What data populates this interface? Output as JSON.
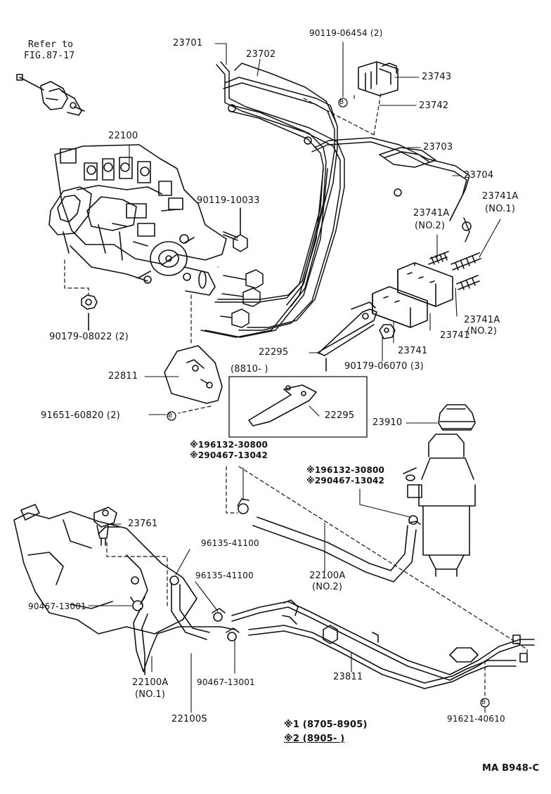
{
  "refer_note": {
    "line1": "Refer to",
    "line2": "FIG.87-17"
  },
  "parts": {
    "p23701": "23701",
    "p23702": "23702",
    "p90119_06454": "90119-06454 (2)",
    "p23743": "23743",
    "p23742": "23742",
    "p23703": "23703",
    "p23704": "23704",
    "p22100": "22100",
    "p90119_10033": "90119-10033",
    "p23741A_no1": "23741A",
    "p23741A_no1_sub": "(NO.1)",
    "p23741A_no2a": "23741A",
    "p23741A_no2a_sub": "(NO.2)",
    "p23741A_no2b": "23741A",
    "p23741A_no2b_sub": "(NO.2)",
    "p23741a": "23741",
    "p23741b": "23741",
    "p90179_08022": "90179-08022 (2)",
    "p22295a": "22295",
    "p90179_06070": "90179-06070 (3)",
    "p8810": "(8810-        )",
    "p22811": "22811",
    "p22295b": "22295",
    "p23910": "23910",
    "p91651_60820": "91651-60820 (2)",
    "note_left_1": "※196132-30800",
    "note_left_2": "※290467-13042",
    "note_right_1": "※196132-30800",
    "note_right_2": "※290467-13042",
    "p23761": "23761",
    "p96135_41100a": "96135-41100",
    "p96135_41100b": "96135-41100",
    "p22100A_no2": "22100A",
    "p22100A_no2_sub": "(NO.2)",
    "p90467_13001a": "90467-13001",
    "p22100A_no1": "22100A",
    "p22100A_no1_sub": "(NO.1)",
    "p90467_13001b": "90467-13001",
    "p23811": "23811",
    "p22100S": "22100S",
    "p91621_40610": "91621-40610",
    "circle_b": "B"
  },
  "legend": {
    "line1": "※1 (8705-8905)",
    "line2": "※2 (8905-         )"
  },
  "figure_code": "MA B948-C"
}
